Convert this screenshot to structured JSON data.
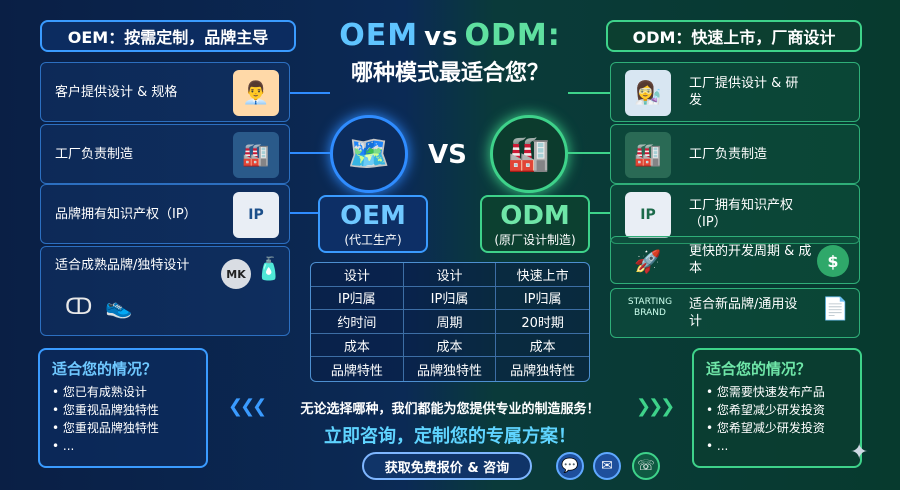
{
  "colors": {
    "oem_accent": "#3a9bff",
    "odm_accent": "#3ed28a"
  },
  "header": {
    "oem_tag": "OEM：按需定制，品牌主导",
    "odm_tag": "ODM：快速上市，厂商设计",
    "title_oem": "OEM",
    "title_vs": "vs",
    "title_odm": "ODM:",
    "title_sub": "哪种模式最适合您？"
  },
  "oem_features": [
    {
      "text": "客户提供设计 & 规格",
      "icon": "blueprint-person-icon"
    },
    {
      "text": "工厂负责制造",
      "icon": "assembly-line-icon"
    },
    {
      "text": "品牌拥有知识产权（IP）",
      "icon": "ip-certificate-icon"
    },
    {
      "text": "适合成熟品牌/独特设计",
      "icon": "brand-logos-icon"
    }
  ],
  "odm_features": [
    {
      "text": "工厂提供设计 & 研发",
      "icon": "engineers-icon"
    },
    {
      "text": "工厂负责制造",
      "icon": "assembly-line-icon"
    },
    {
      "text": "工厂拥有知识产权（IP）",
      "icon": "ip-factory-icon"
    },
    {
      "text": "更快的开发周期 & 成本",
      "icon": "rocket-dollar-icon"
    },
    {
      "text": "适合新品牌/通用设计",
      "icon": "starting-brand-icon"
    }
  ],
  "center": {
    "vs": "VS",
    "oem_label": "OEM",
    "oem_sub": "(代工生产)",
    "odm_label": "ODM",
    "odm_sub": "(原厂设计制造)",
    "brand_mark_1": "MK",
    "starting_brand": "STARTING BRAND"
  },
  "table": [
    [
      "设计",
      "设计",
      "快速上市"
    ],
    [
      "IP归属",
      "IP归属",
      "IP归属"
    ],
    [
      "约时间",
      "周期",
      "20时期"
    ],
    [
      "成本",
      "成本",
      "成本"
    ],
    [
      "品牌特性",
      "品牌独特性",
      "品牌独特性"
    ]
  ],
  "oem_situation": {
    "title": "适合您的情况？",
    "items": [
      "您已有成熟设计",
      "您重视品牌独特性",
      "您重视品牌独特性",
      "..."
    ]
  },
  "odm_situation": {
    "title": "适合您的情况？",
    "items": [
      "您需要快速发布产品",
      "您希望减少研发投资",
      "您希望减少研发投资",
      "..."
    ]
  },
  "footer": {
    "banner": "无论选择哪种，我们都能为您提供专业的制造服务！",
    "cta_text": "立即咨询，定制您的专属方案！",
    "cta_button": "获取免费报价 & 咨询"
  }
}
